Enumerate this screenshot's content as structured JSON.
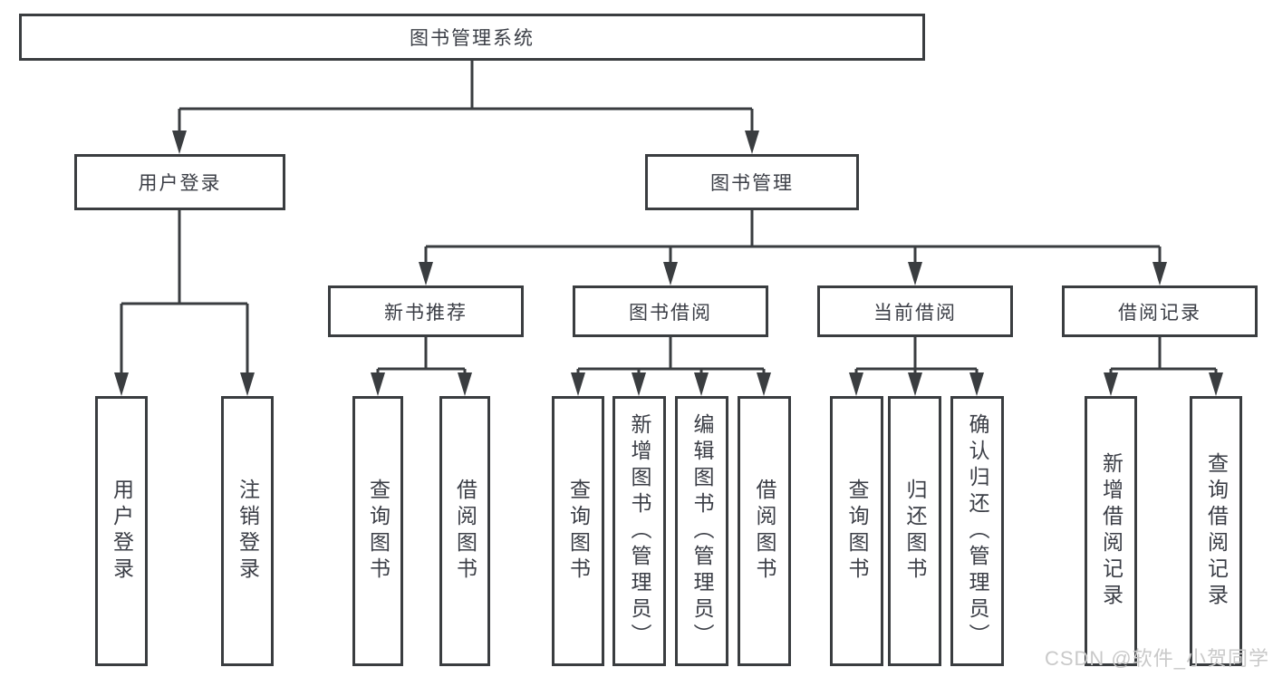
{
  "diagram_title": "图书管理系统",
  "tree": {
    "label": "图书管理系统",
    "children": [
      {
        "label": "用户登录",
        "children": [
          {
            "label": "用户登录"
          },
          {
            "label": "注销登录"
          }
        ]
      },
      {
        "label": "图书管理",
        "children": [
          {
            "label": "新书推荐",
            "children": [
              {
                "label": "查询图书"
              },
              {
                "label": "借阅图书"
              }
            ]
          },
          {
            "label": "图书借阅",
            "children": [
              {
                "label": "查询图书"
              },
              {
                "label": "新增图书（管理员）"
              },
              {
                "label": "编辑图书（管理员）"
              },
              {
                "label": "借阅图书"
              }
            ]
          },
          {
            "label": "当前借阅",
            "children": [
              {
                "label": "查询图书"
              },
              {
                "label": "归还图书"
              },
              {
                "label": "确认归还（管理员）"
              }
            ]
          },
          {
            "label": "借阅记录",
            "children": [
              {
                "label": "新增借阅记录"
              },
              {
                "label": "查询借阅记录"
              }
            ]
          }
        ]
      }
    ]
  },
  "watermark": "CSDN @软件_小贺同学",
  "colors": {
    "line": "#3a3d40",
    "text": "#3b3e46",
    "background": "#ffffff",
    "watermark": "#c9c9c9"
  }
}
